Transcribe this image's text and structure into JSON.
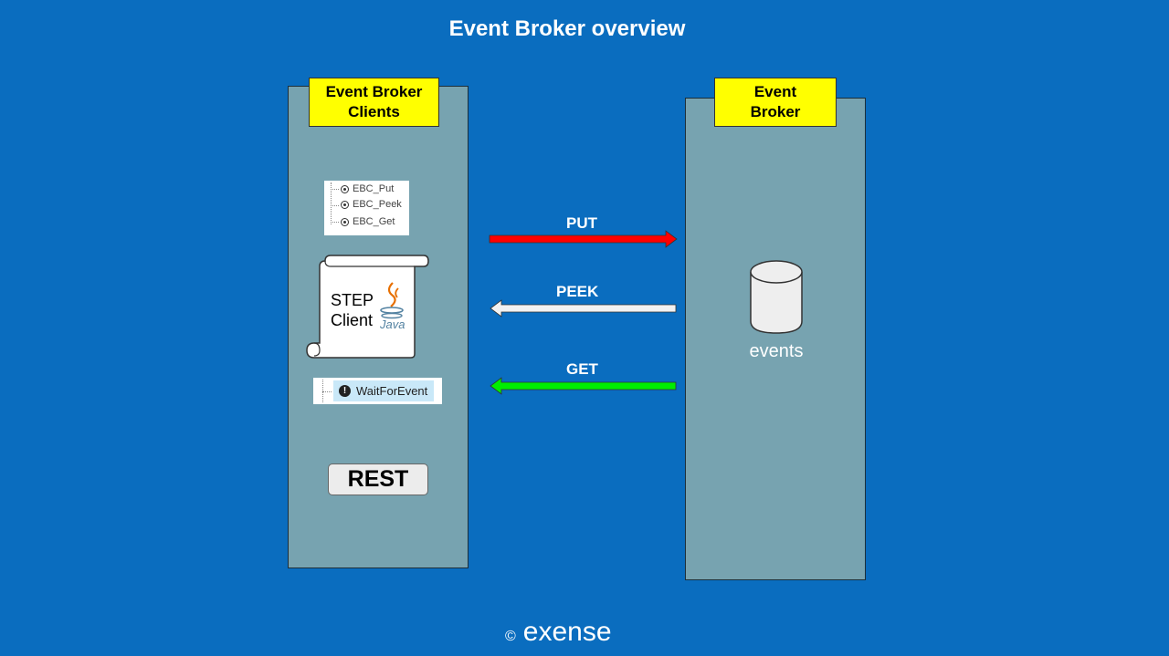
{
  "title": "Event Broker overview",
  "clients_panel": {
    "header_line1": "Event Broker",
    "header_line2": "Clients",
    "tree_items": [
      "EBC_Put",
      "EBC_Peek",
      "EBC_Get"
    ],
    "step_client_line1": "STEP",
    "step_client_line2": "Client",
    "java_logo_text": "Java",
    "wait_for_event": "WaitForEvent",
    "rest_label": "REST"
  },
  "broker_panel": {
    "header_line1": "Event",
    "header_line2": "Broker",
    "store_label": "events"
  },
  "arrows": {
    "put": {
      "label": "PUT",
      "color": "#ff0000",
      "direction": "right"
    },
    "peek": {
      "label": "PEEK",
      "color": "#f2f2f2",
      "direction": "left"
    },
    "get": {
      "label": "GET",
      "color": "#00ee00",
      "direction": "left"
    }
  },
  "footer": {
    "copyright": "©",
    "brand": "exense"
  },
  "colors": {
    "background": "#0a6dbf",
    "panel": "#77a3b0",
    "header": "#ffff00"
  }
}
